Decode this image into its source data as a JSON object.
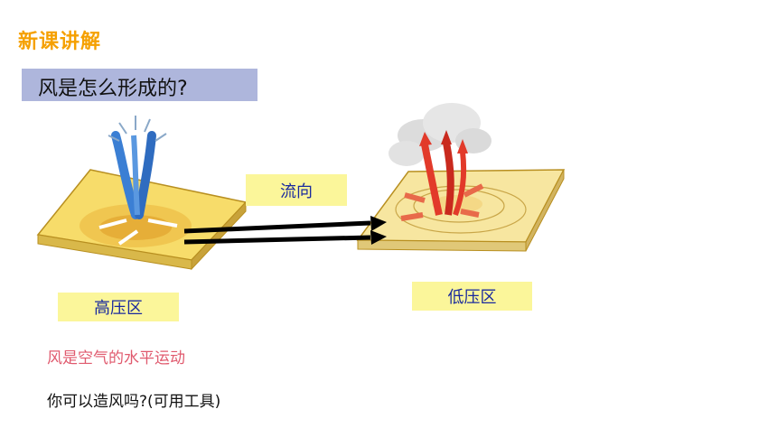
{
  "header": {
    "title": "新课讲解"
  },
  "question": {
    "text": "风是怎么形成的?"
  },
  "diagram": {
    "flow_label": "流向",
    "high_pressure_label": "高压区",
    "low_pressure_label": "低压区"
  },
  "content": {
    "definition": "风是空气的水平运动",
    "prompt": "你可以造风吗?(可用工具)"
  },
  "colors": {
    "header": "#f5a000",
    "question_bar": "#aeb6dc",
    "label_bg": "#fbf69a",
    "label_text": "#1a2a9e",
    "definition_text": "#e05a6e",
    "descending_air": "#3b7fd4",
    "ascending_air": "#e23a2a"
  }
}
